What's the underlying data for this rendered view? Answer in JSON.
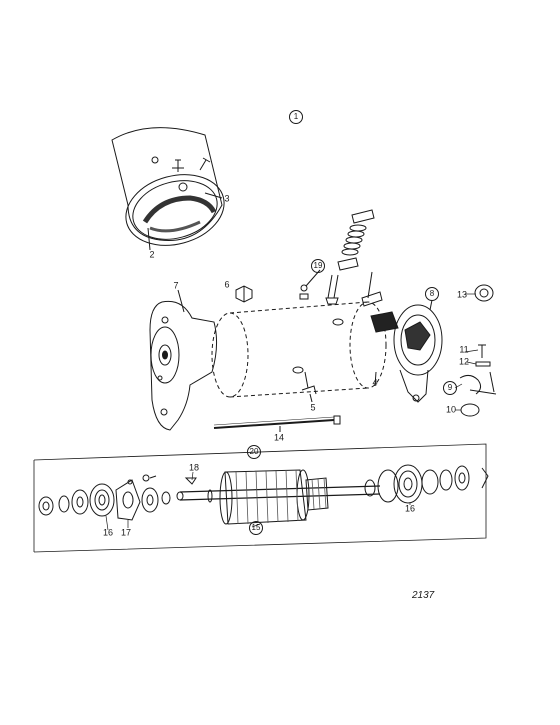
{
  "sheet_number": "2137",
  "labels": {
    "assembly": "1",
    "housing_alt": "2",
    "field_winding": "3",
    "brush_band": "4",
    "pole_screw": "5",
    "nut": "6",
    "drive_end_frame": "7",
    "commutator_end_frame": "8",
    "brush_spring": "9",
    "carbon_brush": "10",
    "washer": "11",
    "screw": "12",
    "cap": "13",
    "through_bolt": "14",
    "armature": "15",
    "bearing_left": "16",
    "bearing_right": "16",
    "bearing_plate": "17",
    "key": "18",
    "terminal_kit": "19",
    "armature_kit": "20"
  },
  "colors": {
    "line": "#1a1a1a",
    "shade": "#555555",
    "paper": "#ffffff"
  }
}
